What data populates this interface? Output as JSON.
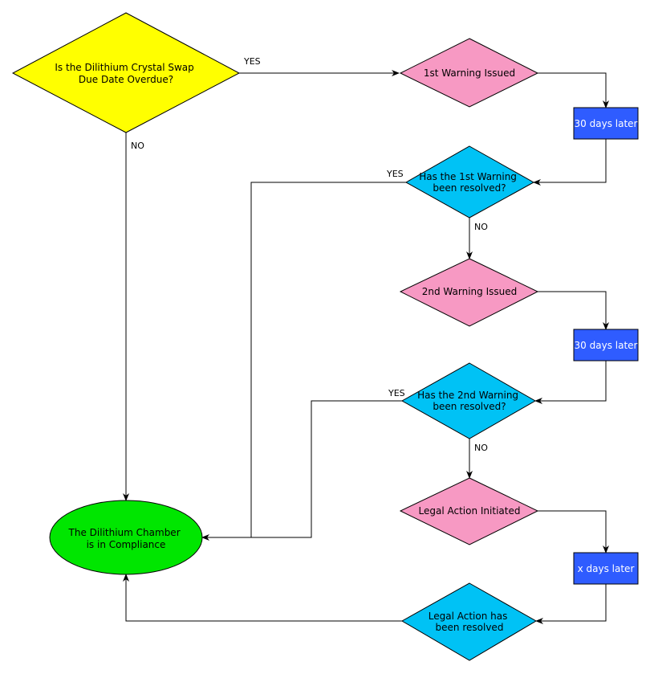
{
  "colors": {
    "start_decision": "#ffff00",
    "warning": "#f799c3",
    "wait_box": "#2f5cff",
    "check_decision": "#00c2f5",
    "compliance": "#00e600",
    "line": "#000000"
  },
  "nodes": {
    "overdue_check": {
      "lines": [
        "Is the Dilithium Crystal Swap",
        "Due Date Overdue?"
      ]
    },
    "warning_1": {
      "lines": [
        "1st Warning Issued"
      ]
    },
    "wait_1": {
      "lines": [
        "30 days later"
      ]
    },
    "resolved_1": {
      "lines": [
        "Has the 1st Warning",
        "been resolved?"
      ]
    },
    "warning_2": {
      "lines": [
        "2nd Warning Issued"
      ]
    },
    "wait_2": {
      "lines": [
        "30 days later"
      ]
    },
    "resolved_2": {
      "lines": [
        "Has the 2nd Warning",
        "been resolved?"
      ]
    },
    "legal_action": {
      "lines": [
        "Legal Action Initiated"
      ]
    },
    "wait_x": {
      "lines": [
        "x days later"
      ]
    },
    "legal_resolved": {
      "lines": [
        "Legal Action has",
        "been resolved"
      ]
    },
    "compliance": {
      "lines": [
        "The Dilithium Chamber",
        "is in Compliance"
      ]
    }
  },
  "edge_labels": {
    "overdue_yes": "YES",
    "overdue_no": "NO",
    "resolved_1_yes": "YES",
    "resolved_1_no": "NO",
    "resolved_2_yes": "YES",
    "resolved_2_no": "NO"
  }
}
